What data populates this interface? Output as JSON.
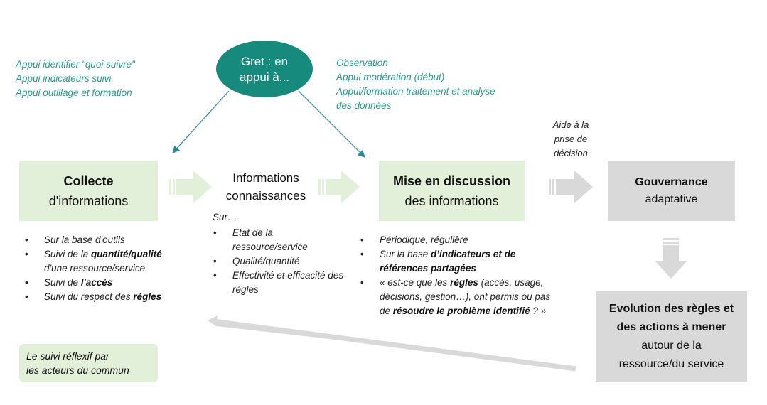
{
  "gret": {
    "ellipse_lines": [
      "Gret : en",
      "appui à..."
    ],
    "left_notes": [
      "Appui identifier \"quoi suivre\"",
      "Appui indicateurs suivi",
      "Appui outillage et formation"
    ],
    "right_notes": [
      "Observation",
      "Appui modération (début)",
      "Appui/formation traitement et analyse",
      "des données"
    ]
  },
  "collecte": {
    "title": "Collecte",
    "subtitle": "d'informations",
    "bullets": [
      [
        {
          "t": "Sur la base d'outils"
        }
      ],
      [
        {
          "t": "Suivi de la "
        },
        {
          "t": "quantité/qualité",
          "b": true
        },
        {
          "t": " d'une ressource/service"
        }
      ],
      [
        {
          "t": "Suivi de "
        },
        {
          "t": "l'accès",
          "b": true
        }
      ],
      [
        {
          "t": "Suivi du respect des "
        },
        {
          "t": "règles",
          "b": true
        }
      ]
    ]
  },
  "informations": {
    "lines": [
      "Informations",
      "connaissances"
    ],
    "intro": "Sur…",
    "bullets": [
      [
        {
          "t": "Etat de la ressource/service"
        }
      ],
      [
        {
          "t": "Qualité/quantité"
        }
      ],
      [
        {
          "t": "Effectivité et efficacité des règles"
        }
      ]
    ]
  },
  "discussion": {
    "title": "Mise en discussion",
    "subtitle": "des informations",
    "bullets": [
      [
        {
          "t": "Périodique, régulière"
        }
      ],
      [
        {
          "t": "Sur la base "
        },
        {
          "t": "d’indicateurs et de références partagées",
          "b": true
        }
      ],
      [
        {
          "t": "« est-ce que les "
        },
        {
          "t": "règles",
          "b": true
        },
        {
          "t": " (accès, usage, décisions, gestion…), ont permis ou pas de "
        },
        {
          "t": "résoudre le problème identifié",
          "b": true
        },
        {
          "t": " ? »"
        }
      ]
    ]
  },
  "decision_label": [
    "Aide à la",
    "prise de",
    "décision"
  ],
  "gouvernance": {
    "title": "Gouvernance",
    "subtitle": "adaptative"
  },
  "evolution": {
    "title_lines": [
      "Evolution des règles et",
      "des actions à mener"
    ],
    "sub_lines": [
      "autour de la",
      "ressource/du service"
    ]
  },
  "reflexive": {
    "lines": [
      "Le suivi réflexif par",
      "les acteurs du commun"
    ]
  },
  "colors": {
    "teal": "#168a7c",
    "green_box": "#e2efd9",
    "gray_box": "#d9d9d9"
  }
}
